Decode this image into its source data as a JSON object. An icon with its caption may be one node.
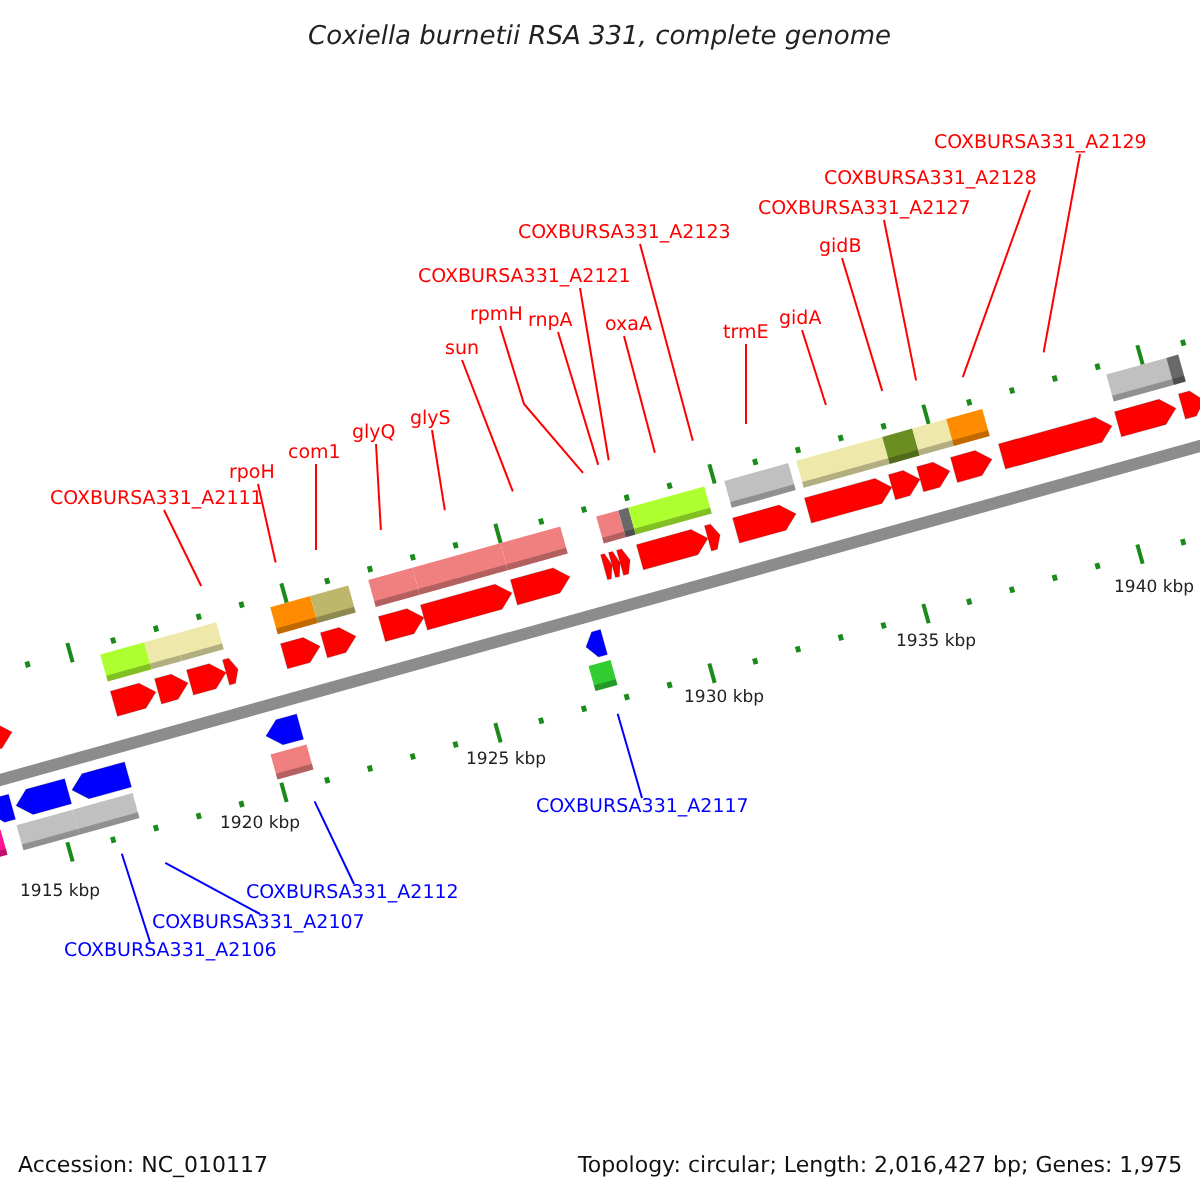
{
  "diagram": {
    "title": "Coxiella burnetii RSA 331, complete genome",
    "nodes": [
      {
        "text": [
          "COXBURSA331_A2129"
        ]
      },
      {
        "text": [
          "COXBURSA331_A2128"
        ]
      },
      {
        "text": [
          "COXBURSA331_A2127"
        ]
      },
      {
        "text": [
          "COXBURSA331_A2123"
        ]
      },
      {
        "text": [
          "gidB"
        ]
      },
      {
        "text": [
          "COXBURSA331_A2121"
        ]
      },
      {
        "text": [
          "rpmH"
        ]
      },
      {
        "text": [
          "gidA"
        ]
      },
      {
        "text": [
          "rnpA"
        ]
      },
      {
        "text": [
          "oxaA"
        ]
      },
      {
        "text": [
          "trmE"
        ]
      },
      {
        "text": [
          "sun"
        ]
      },
      {
        "text": [
          "glyS"
        ]
      },
      {
        "text": [
          "glyQ"
        ]
      },
      {
        "text": [
          "com1"
        ]
      },
      {
        "text": [
          "rpoH"
        ]
      },
      {
        "text": [
          "COXBURSA331_A2111"
        ]
      },
      {
        "text": [
          "COXBURSA331_A2117"
        ]
      },
      {
        "text": [
          "COXBURSA331_A2112"
        ]
      },
      {
        "text": [
          "COXBURSA331_A2107"
        ]
      },
      {
        "text": [
          "COXBURSA331_A2106"
        ]
      }
    ],
    "edges": [
      {
        "from": 0,
        "to": null,
        "arrow": "none"
      },
      {
        "from": 1,
        "to": null,
        "arrow": "none"
      },
      {
        "from": 2,
        "to": null,
        "arrow": "none"
      },
      {
        "from": 3,
        "to": null,
        "arrow": "none"
      },
      {
        "from": 4,
        "to": null,
        "arrow": "none"
      },
      {
        "from": 5,
        "to": null,
        "arrow": "none"
      },
      {
        "from": 6,
        "to": null,
        "arrow": "none"
      },
      {
        "from": 7,
        "to": null,
        "arrow": "none"
      },
      {
        "from": 8,
        "to": null,
        "arrow": "none"
      },
      {
        "from": 9,
        "to": null,
        "arrow": "none"
      },
      {
        "from": 10,
        "to": null,
        "arrow": "none"
      },
      {
        "from": 11,
        "to": null,
        "arrow": "none"
      },
      {
        "from": 12,
        "to": null,
        "arrow": "none"
      },
      {
        "from": 13,
        "to": null,
        "arrow": "none"
      },
      {
        "from": 14,
        "to": null,
        "arrow": "none"
      },
      {
        "from": 15,
        "to": null,
        "arrow": "none"
      },
      {
        "from": 16,
        "to": null,
        "arrow": "none"
      },
      {
        "from": 17,
        "to": null,
        "arrow": "none",
        "color": "#0000ff"
      },
      {
        "from": 18,
        "to": null,
        "arrow": "none",
        "color": "#0000ff"
      },
      {
        "from": 19,
        "to": null,
        "arrow": "none",
        "color": "#0000ff"
      },
      {
        "from": 20,
        "to": null,
        "arrow": "none",
        "color": "#0000ff"
      }
    ],
    "labels": [
      "1940 kbp",
      "1935 kbp",
      "1930 kbp",
      "1925 kbp",
      "1920 kbp",
      "1915 kbp",
      "Accession: NC_010117",
      "Topology: circular; Length: 2,016,427 bp; Genes: 1,975"
    ]
  }
}
